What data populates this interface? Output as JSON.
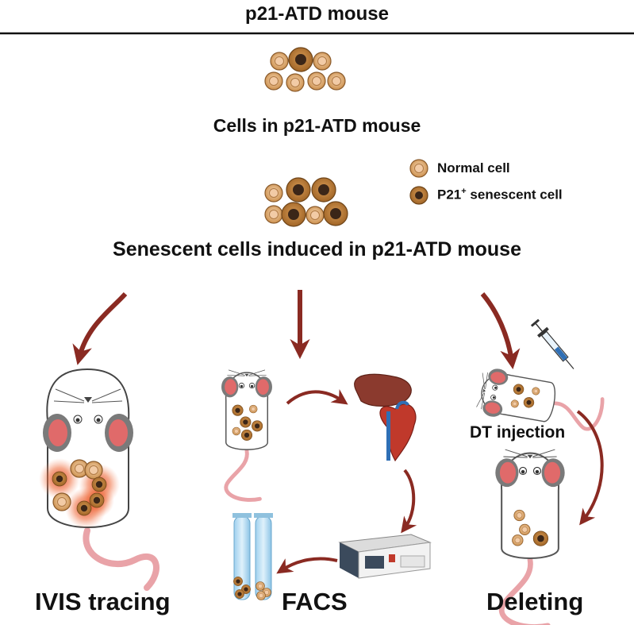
{
  "title": "p21-ATD mouse",
  "cells_label": "Cells in p21-ATD mouse",
  "senescent_label": "Senescent cells induced in p21-ATD mouse",
  "legend": {
    "normal": "Normal cell",
    "senescent_prefix": "P21",
    "senescent_sup": "+",
    "senescent_suffix": " senescent cell"
  },
  "dt_label": "DT injection",
  "methods": {
    "ivis": "IVIS tracing",
    "facs": "FACS",
    "deleting": "Deleting"
  },
  "colors": {
    "arrow": "#8a2a22",
    "cell_fill": "#c9843a",
    "cell_inner": "#f0c8a0",
    "senescent_nucleus": "#3b2618",
    "mouse_ear": "#e06a6a",
    "glow": "#e0401a"
  }
}
